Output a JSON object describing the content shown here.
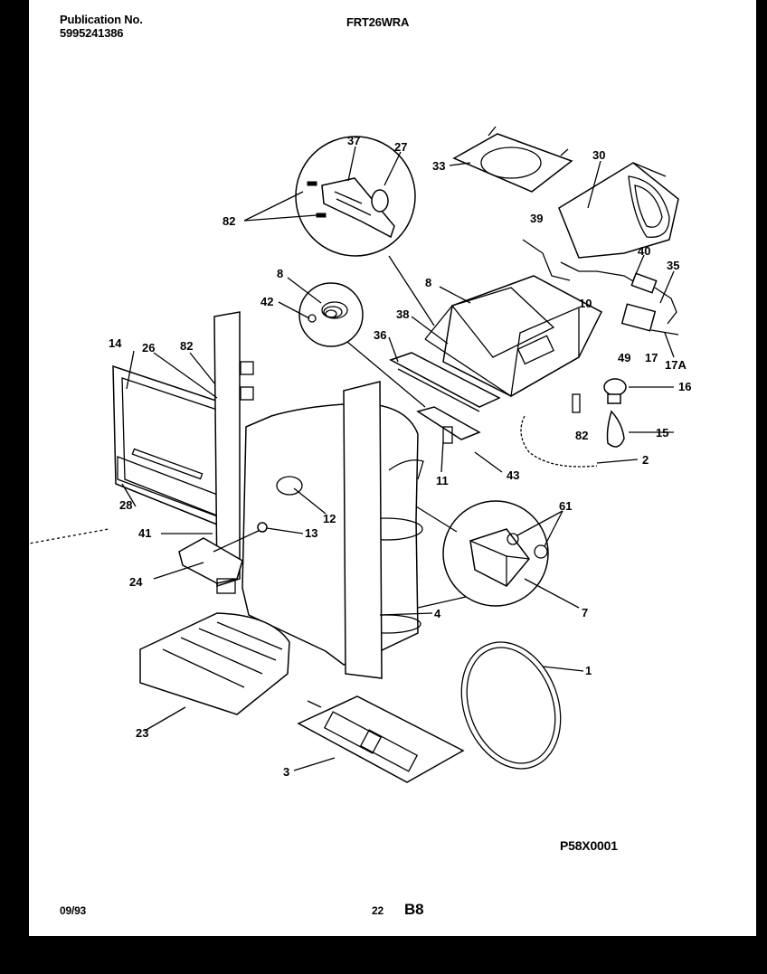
{
  "header": {
    "publication_label": "Publication No.",
    "publication_number": "5995241386",
    "model": "FRT26WRA"
  },
  "footer": {
    "date": "09/93",
    "page": "22",
    "section": "B8",
    "figure_code": "P58X0001"
  },
  "callouts": [
    "37",
    "27",
    "33",
    "30",
    "82",
    "39",
    "40",
    "35",
    "8",
    "10",
    "8",
    "42",
    "38",
    "49",
    "17",
    "17A",
    "36",
    "14",
    "26",
    "82",
    "16",
    "82",
    "15",
    "2",
    "11",
    "43",
    "28",
    "12",
    "61",
    "41",
    "13",
    "24",
    "7",
    "4",
    "1",
    "23",
    "3"
  ]
}
